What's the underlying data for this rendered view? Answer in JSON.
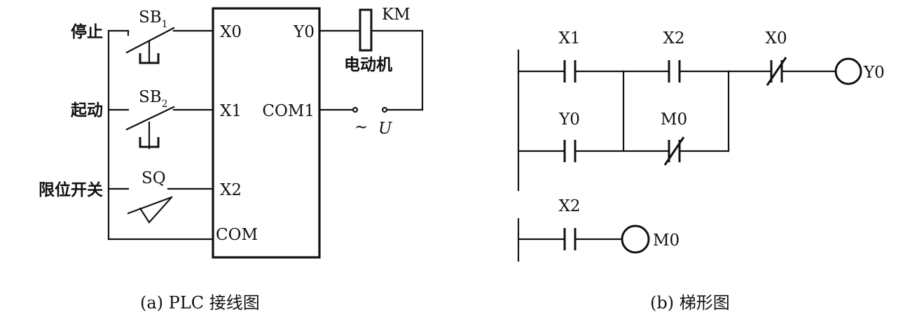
{
  "wiring": {
    "inputs": [
      {
        "label": "停止",
        "switch": "SB",
        "switch_sub": "1",
        "terminal": "X0"
      },
      {
        "label": "起动",
        "switch": "SB",
        "switch_sub": "2",
        "terminal": "X1"
      },
      {
        "label": "限位开关",
        "switch": "SQ",
        "terminal": "X2"
      }
    ],
    "common_terminal": "COM",
    "output_terminal": "Y0",
    "output_common": "COM1",
    "coil": "KM",
    "motor": "电动机",
    "supply_symbol": "~",
    "supply_var": "U",
    "caption": "(a) PLC 接线图"
  },
  "ladder": {
    "rungs": [
      {
        "contacts": [
          {
            "name": "X1",
            "type": "NO"
          },
          {
            "name": "X2",
            "type": "NO"
          },
          {
            "name": "X0",
            "type": "NC"
          }
        ],
        "branches": [
          {
            "name": "Y0",
            "type": "NO"
          },
          {
            "name": "M0",
            "type": "NC"
          }
        ],
        "coil": "Y0"
      },
      {
        "contacts": [
          {
            "name": "X2",
            "type": "NO"
          }
        ],
        "coil": "M0"
      }
    ],
    "caption": "(b) 梯形图"
  }
}
